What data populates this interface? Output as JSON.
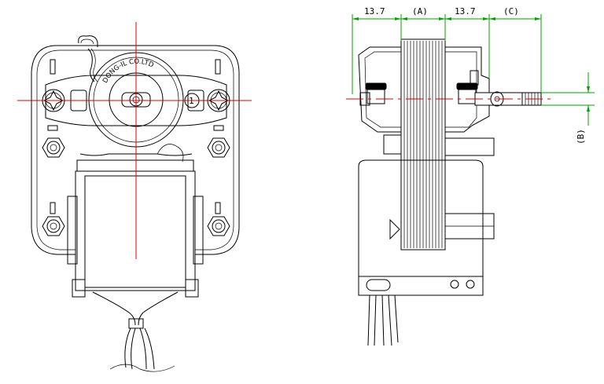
{
  "colors": {
    "outline": "#000000",
    "centerline": "#e00000",
    "dimension": "#00a000",
    "background": "#ffffff"
  },
  "front_view": {
    "logo_text": "DONG-IL CO.LTD",
    "badge_number": "1"
  },
  "side_view": {
    "dimensions": {
      "left_spacing": "13.7",
      "a_label": "(A)",
      "right_spacing": "13.7",
      "c_label": "(C)",
      "b_label": "(B)"
    }
  }
}
